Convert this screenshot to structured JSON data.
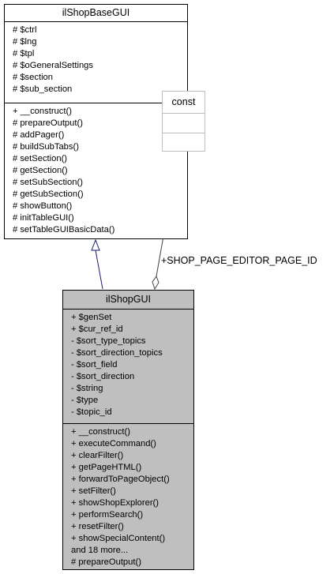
{
  "base_class": {
    "name": "ilShopBaseGUI",
    "attributes": [
      "# $ctrl",
      "# $lng",
      "# $tpl",
      "# $oGeneralSettings",
      "# $section",
      "# $sub_section"
    ],
    "operations": [
      "+ __construct()",
      "# prepareOutput()",
      "# addPager()",
      "# buildSubTabs()",
      "# setSection()",
      "# getSection()",
      "# setSubSection()",
      "# getSubSection()",
      "# showButton()",
      "# initTableGUI()",
      "# setTableGUIBasicData()"
    ]
  },
  "const_class": {
    "name": "const"
  },
  "main_class": {
    "name": "ilShopGUI",
    "attributes": [
      "+ $genSet",
      "+ $cur_ref_id",
      "- $sort_type_topics",
      "- $sort_direction_topics",
      "- $sort_field",
      "- $sort_direction",
      "- $string",
      "- $type",
      "- $topic_id"
    ],
    "operations": [
      "+ __construct()",
      "+ executeCommand()",
      "+ clearFilter()",
      "+ getPageHTML()",
      "+ forwardToPageObject()",
      "+ setFilter()",
      "+ showShopExplorer()",
      "+ performSearch()",
      "+ resetFilter()",
      "+ showSpecialContent()",
      "and 18 more...",
      "# prepareOutput()"
    ]
  },
  "edges": {
    "aggregation_label": "+SHOP_PAGE_EDITOR_PAGE_ID",
    "inheritance_color": "#191970",
    "aggregation_color": "#404040"
  }
}
